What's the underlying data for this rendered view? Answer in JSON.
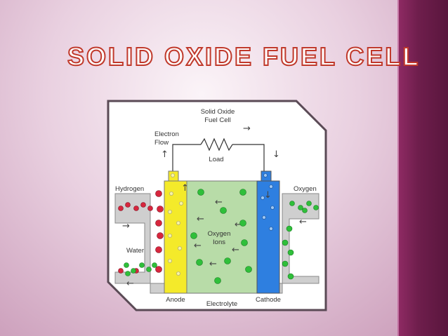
{
  "slide": {
    "title": "SOLID OXIDE FUEL CELL"
  },
  "diagram": {
    "heading_line1": "Solid Oxide",
    "heading_line2": "Fuel Cell",
    "electron_flow_line1": "Electron",
    "electron_flow_line2": "Flow",
    "load": "Load",
    "hydrogen": "Hydrogen",
    "oxygen": "Oxygen",
    "water": "Water",
    "oxygen_ions_line1": "Oxygen",
    "oxygen_ions_line2": "Ions",
    "anode": "Anode",
    "electrolyte": "Electrolyte",
    "cathode": "Cathode",
    "colors": {
      "anode": "#f4ea2a",
      "electrolyte": "#b8dca8",
      "cathode": "#2e7fe0",
      "hydrogen_particle": "#d7263d",
      "oxygen_particle": "#2fbf3a",
      "title_outline": "#c0392b",
      "strip": "#6e1e4c"
    }
  }
}
